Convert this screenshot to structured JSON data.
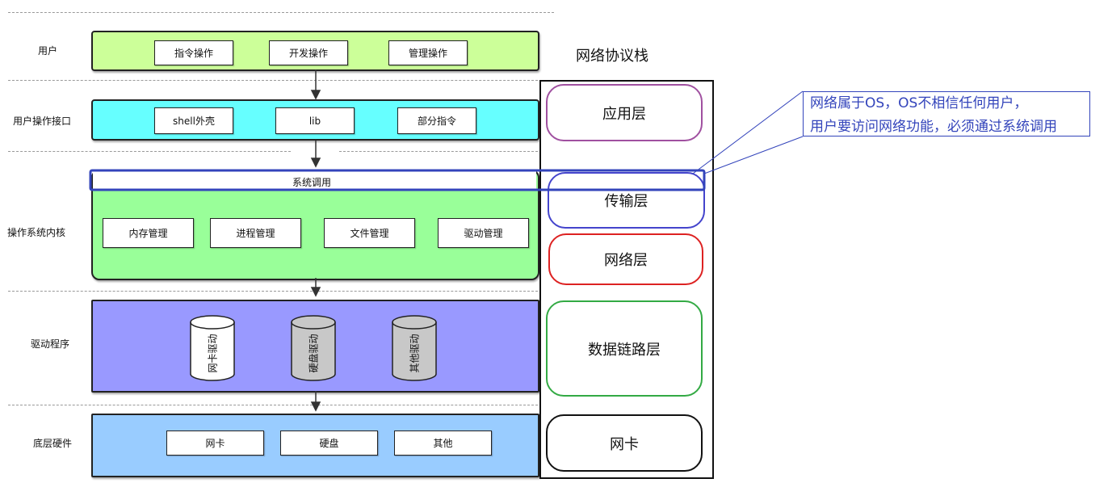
{
  "rows": {
    "user": "用户",
    "user_interface": "用户操作接口",
    "kernel": "操作系统内核",
    "driver": "驱动程序",
    "hardware": "底层硬件"
  },
  "user_ops": [
    "指令操作",
    "开发操作",
    "管理操作"
  ],
  "interface_items": [
    "shell外壳",
    "lib",
    "部分指令"
  ],
  "syscall": "系统调用",
  "kernel_items": [
    "内存管理",
    "进程管理",
    "文件管理",
    "驱动管理"
  ],
  "drivers": [
    "网卡驱动",
    "硬盘驱动",
    "其他驱动"
  ],
  "hardware_items": [
    "网卡",
    "硬盘",
    "其他"
  ],
  "stack": {
    "title": "网络协议栈",
    "layers": [
      "应用层",
      "传输层",
      "网络层",
      "数据链路层",
      "网卡"
    ]
  },
  "note": {
    "line1": "网络属于OS，OS不相信任何用户，",
    "line2": "用户要访问网络功能，必须通过系统调用"
  },
  "colors": {
    "user_band": "#ccff99",
    "interface_band": "#66ffff",
    "kernel_band": "#99ff99",
    "driver_band": "#9999ff",
    "hardware_band": "#99ccff",
    "application_layer": "#a050a0",
    "transport_layer": "#4444cc",
    "network_layer": "#dd2222",
    "datalink_layer": "#33aa44",
    "nic_layer": "#111111",
    "highlight": "#3344bb"
  }
}
